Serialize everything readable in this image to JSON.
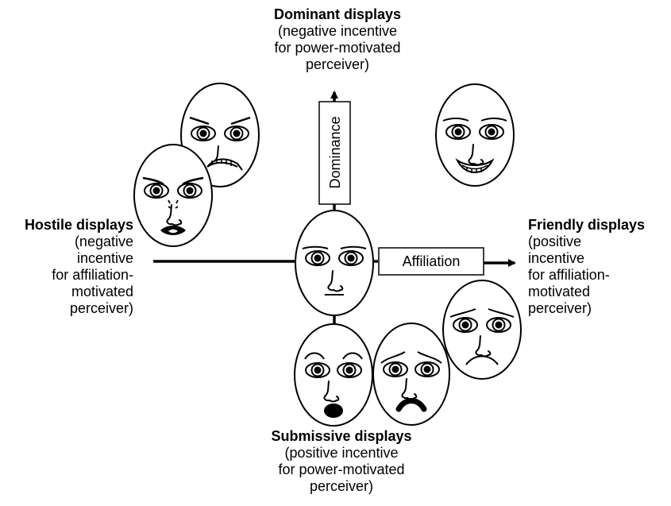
{
  "diagram": {
    "axes": {
      "vertical": {
        "label": "Dominance",
        "direction": "up"
      },
      "horizontal": {
        "label": "Affiliation",
        "direction": "right"
      }
    },
    "quadrant_labels": {
      "top": {
        "title": "Dominant displays",
        "lines": [
          "(negative incentive",
          "for power-motivated",
          "perceiver)"
        ]
      },
      "left": {
        "title": "Hostile displays",
        "lines": [
          "(negative",
          "incentive",
          "for affiliation-",
          "motivated",
          "perceiver)"
        ]
      },
      "right": {
        "title": "Friendly displays",
        "lines": [
          "(positive",
          "incentive",
          "for affiliation-",
          "motivated",
          "perceiver)"
        ]
      },
      "bottom": {
        "title": "Submissive displays",
        "lines": [
          "(positive incentive",
          "for power-motivated",
          "perceiver)"
        ]
      }
    },
    "faces": [
      {
        "id": "neutral",
        "expression": "neutral",
        "position": "center"
      },
      {
        "id": "angry-teeth",
        "expression": "angry-grimace",
        "position": "upper-left"
      },
      {
        "id": "angry-shout",
        "expression": "angry-open-mouth",
        "position": "left"
      },
      {
        "id": "happy",
        "expression": "smiling",
        "position": "upper-right"
      },
      {
        "id": "surprised",
        "expression": "fearful-open-mouth",
        "position": "bottom"
      },
      {
        "id": "fearful",
        "expression": "fearful-frown",
        "position": "bottom-right"
      },
      {
        "id": "sad",
        "expression": "sad",
        "position": "right-lower"
      }
    ],
    "colors": {
      "ink": "#000000",
      "background": "#ffffff"
    }
  }
}
